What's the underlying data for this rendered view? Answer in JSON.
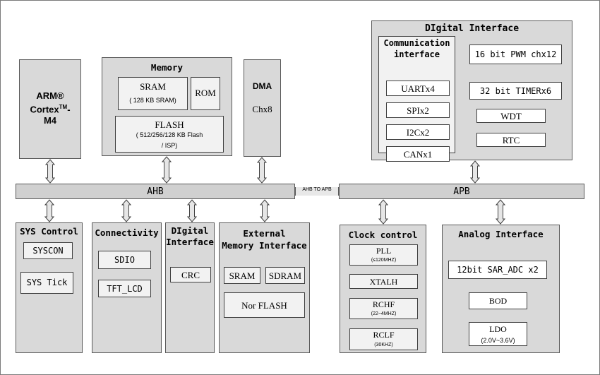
{
  "arm": {
    "line1": "ARM®",
    "line2a": "Cortex",
    "line2sup": "TM",
    "line2b": "-",
    "line3": "M4"
  },
  "memory": {
    "title": "Memory",
    "sram": {
      "label": "SRAM",
      "note": "( 128 KB SRAM)"
    },
    "rom": {
      "label": "ROM"
    },
    "flash": {
      "label": "FLASH",
      "note1": "( 512/256/128 KB Flash",
      "note2": "/ ISP)"
    }
  },
  "dma": {
    "title": "DMA",
    "label": "Chx8"
  },
  "digital_interface_top": {
    "title": "DIgital Interface",
    "comm": {
      "title1": "Communication",
      "title2": "interface",
      "items": [
        "UARTx4",
        "SPIx2",
        "I2Cx2",
        "CANx1"
      ]
    },
    "items": [
      "16 bit PWM chx12",
      "32 bit TIMERx6",
      "WDT",
      "RTC"
    ]
  },
  "bus": {
    "ahb": "AHB",
    "apb": "APB",
    "bridge": "AHB TO APB"
  },
  "sys_control": {
    "title": "SYS Control",
    "items": [
      "SYSCON",
      "SYS Tick"
    ]
  },
  "connectivity": {
    "title": "Connectivity",
    "items": [
      "SDIO",
      "TFT_LCD"
    ]
  },
  "digital_interface_bottom": {
    "title1": "DIgital",
    "title2": "Interface",
    "items": [
      "CRC"
    ]
  },
  "external_memory": {
    "title1": "External",
    "title2": "Memory Interface",
    "items": [
      "SRAM",
      "SDRAM",
      "Nor FLASH"
    ]
  },
  "clock_control": {
    "title": "Clock control",
    "items": [
      {
        "label": "PLL",
        "note": "(≤120MHZ)"
      },
      {
        "label": "XTALH",
        "note": ""
      },
      {
        "label": "RCHF",
        "note": "(22~4MHZ)"
      },
      {
        "label": "RCLF",
        "note": "(30KHZ)"
      }
    ]
  },
  "analog_interface": {
    "title": "Analog Interface",
    "items": [
      {
        "label": "12bit SAR_ADC x2",
        "note": ""
      },
      {
        "label": "BOD",
        "note": ""
      },
      {
        "label": "LDO",
        "note": "(2.0V~3.6V)"
      }
    ]
  }
}
